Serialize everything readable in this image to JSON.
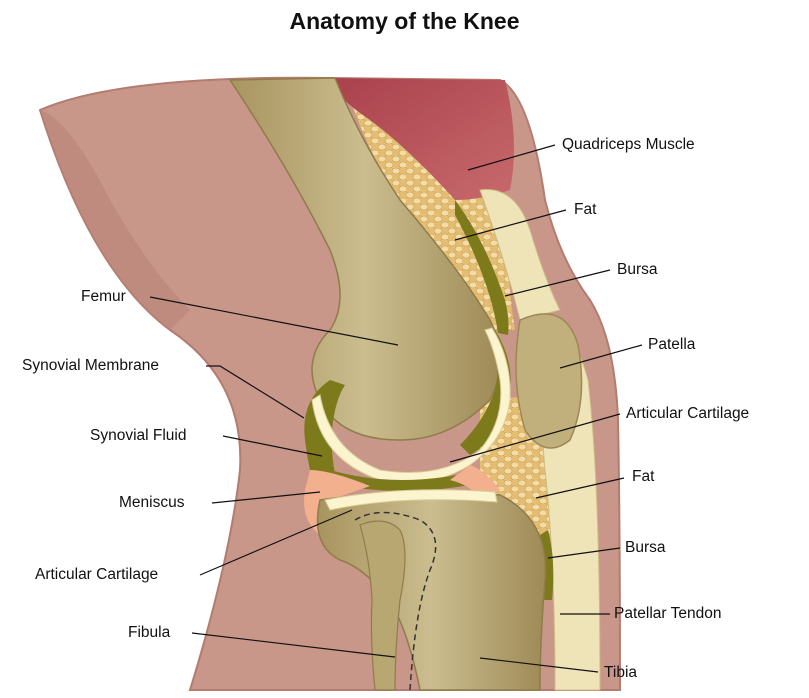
{
  "title": "Anatomy of the Knee",
  "labels": {
    "quadriceps_muscle": "Quadriceps Muscle",
    "fat_upper": "Fat",
    "bursa_upper": "Bursa",
    "femur": "Femur",
    "patella": "Patella",
    "synovial_membrane": "Synovial Membrane",
    "articular_cartilage_right": "Articular Cartilage",
    "synovial_fluid": "Synovial Fluid",
    "fat_lower": "Fat",
    "meniscus": "Meniscus",
    "bursa_lower": "Bursa",
    "articular_cartilage_left": "Articular Cartilage",
    "patellar_tendon": "Patellar Tendon",
    "fibula": "Fibula",
    "tibia": "Tibia"
  },
  "colors": {
    "skin": "#c9968a",
    "skin_edge": "#b47c70",
    "bone": "#c9b98a",
    "bone_dark": "#a38f5c",
    "fat": "#e6c27a",
    "fat_dot": "#f3dba3",
    "muscle": "#b4525a",
    "cartilage": "#fbf4cf",
    "synovial_green": "#7d7a1c",
    "meniscus": "#f2b08f",
    "tendon": "#efe3b8"
  }
}
